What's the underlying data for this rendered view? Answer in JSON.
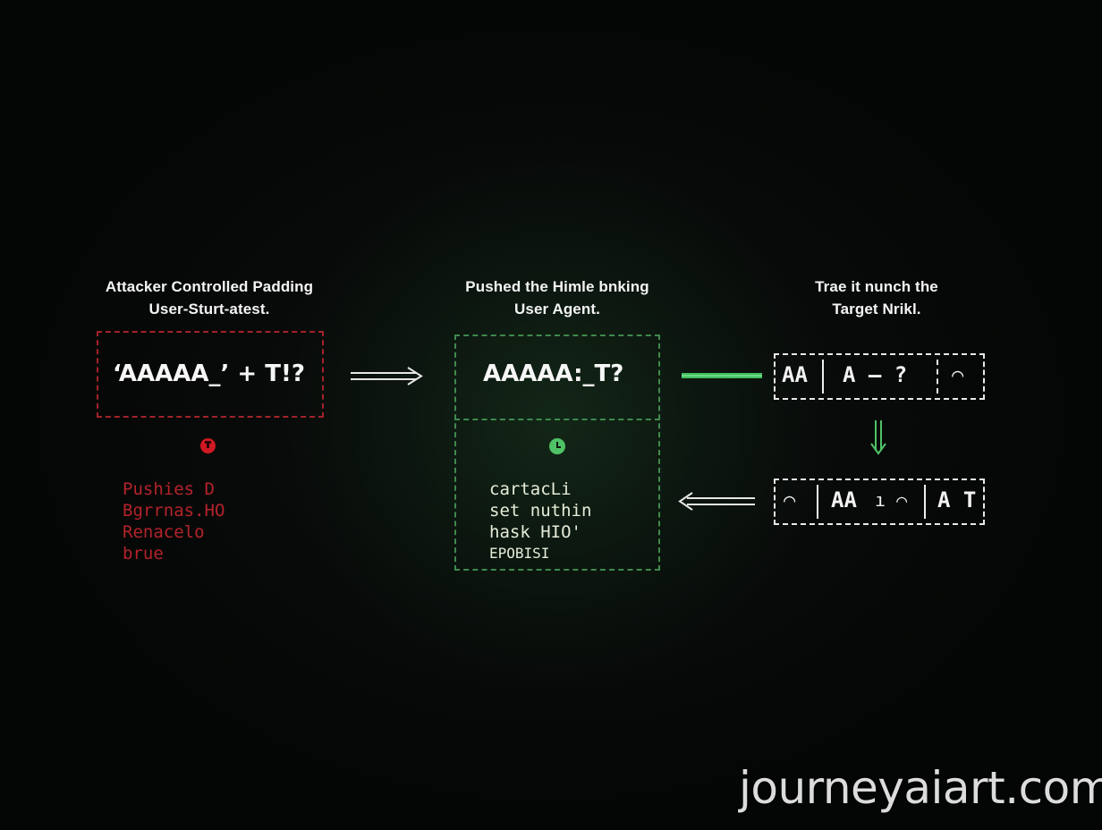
{
  "columns": {
    "left": {
      "heading": [
        "Attacker Controlled Padding",
        "User-Sturt-atest."
      ],
      "payload": "‘AAAAA_’ + T!?",
      "notes": [
        "Pushies D",
        "Bgrrnas.HO",
        "Renacelo",
        "brue"
      ]
    },
    "center": {
      "heading": [
        "Pushed the Himle bnking",
        "User Agent."
      ],
      "payload": "AAAAA:_T?",
      "notes": [
        "cartacLi",
        "set nuthin",
        "hask HIO'",
        "EPOBISI"
      ]
    },
    "right": {
      "heading": [
        "Trae it nunch the",
        "Target Nrikl."
      ],
      "top_cells": [
        "AA",
        "A – ?",
        "⌒"
      ],
      "bottom_cells": [
        "⌒",
        "AA",
        "ı ⌒",
        "A T"
      ]
    }
  },
  "watermark": "journeyaiart.com",
  "colors": {
    "attacker": "#a3222a",
    "agent": "#3f8a4c",
    "arrow_green": "#4fc266",
    "target": "#e8e8e8"
  }
}
